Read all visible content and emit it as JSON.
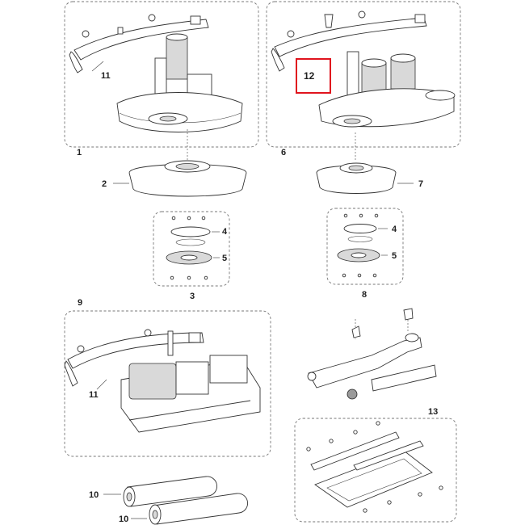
{
  "labels": {
    "l1": "1",
    "l2": "2",
    "l3": "3",
    "l4a": "4",
    "l5a": "5",
    "l6": "6",
    "l7": "7",
    "l8": "8",
    "l4b": "4",
    "l5b": "5",
    "l9": "9",
    "l10a": "10",
    "l10b": "10",
    "l11a": "11",
    "l11b": "11",
    "l12": "12",
    "l13": "13"
  },
  "colors": {
    "highlight": "#e0141e",
    "stroke": "#333333",
    "dashed_frame": "#777777"
  }
}
